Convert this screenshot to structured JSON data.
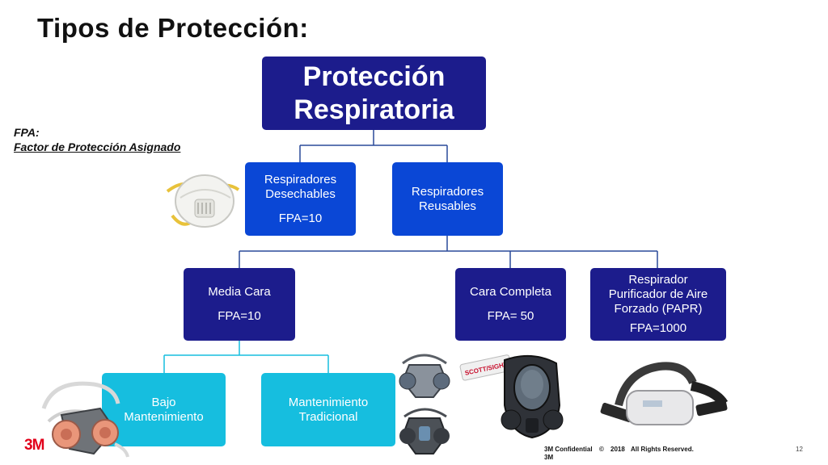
{
  "title": "Tipos de Protección:",
  "fpa": {
    "abbr": "FPA:",
    "definition": "Factor de Protección Asignado"
  },
  "nodes": {
    "root": {
      "line1": "Protección",
      "line2": "Respiratoria"
    },
    "desechables": {
      "line1": "Respiradores",
      "line2": "Desechables",
      "fpa": "FPA=10"
    },
    "reusables": {
      "line1": "Respiradores",
      "line2": "Reusables"
    },
    "media_cara": {
      "line1": "Media Cara",
      "fpa": "FPA=10"
    },
    "cara_completa": {
      "line1": "Cara Completa",
      "fpa": "FPA= 50"
    },
    "papr": {
      "line1": "Respirador",
      "line2": "Purificador de Aire",
      "line3": "Forzado (PAPR)",
      "fpa": "FPA=1000"
    },
    "bajo": {
      "line1": "Bajo",
      "line2": "Mantenimiento"
    },
    "tradicional": {
      "line1": "Mantenimiento",
      "line2": "Tradicional"
    }
  },
  "footer": {
    "confidential": "3M Confidential",
    "copyright_mark": "©",
    "year": "2018",
    "rights": "All Rights Reserved.",
    "company": "3M",
    "page_number": "12"
  },
  "logo_text": "3M",
  "photo_label": "SCOTT/SIGHT",
  "colors": {
    "dark_box": "#1c1c8c",
    "blue_box": "#0a47d6",
    "cyan_box": "#16bedf",
    "logo_red": "#e2001a"
  }
}
